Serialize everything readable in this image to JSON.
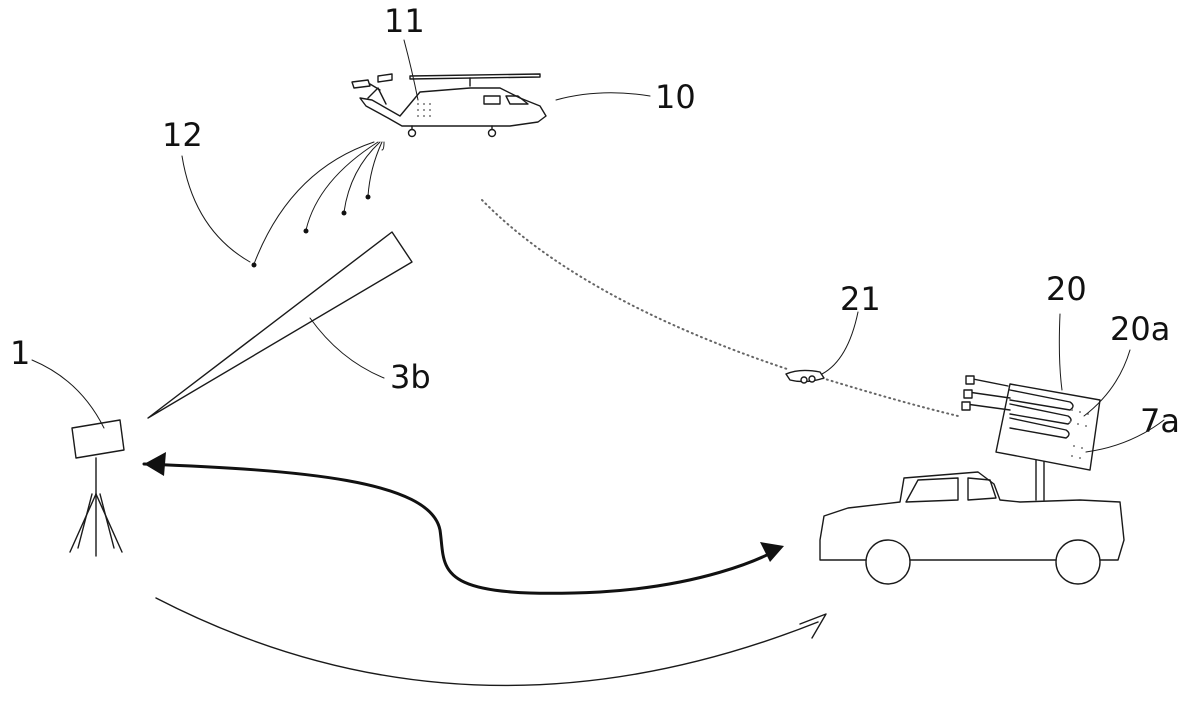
{
  "labels": {
    "tripod_device": "1",
    "helicopter": "10",
    "helicopter_module": "11",
    "dropped_objects": "12",
    "beam": "3b",
    "vehicle_system": "20",
    "launcher_module": "20a",
    "drone": "21",
    "launcher_sub_module": "7a"
  },
  "colors": {
    "stroke": "#1a1a1a",
    "background": "#ffffff"
  }
}
